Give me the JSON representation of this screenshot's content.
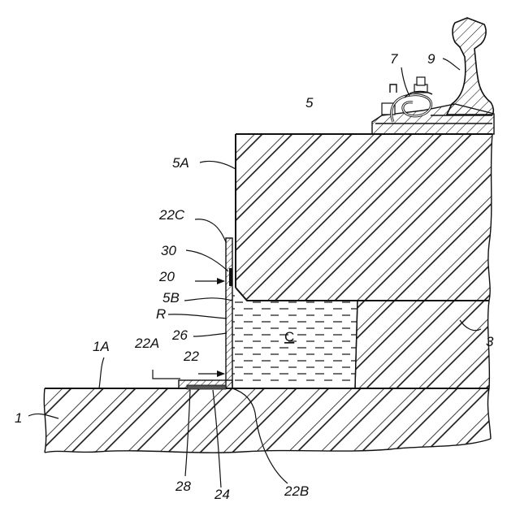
{
  "diagram": {
    "labels": {
      "l1": "1",
      "l1A": "1A",
      "l3": "3",
      "l5": "5",
      "l5A": "5A",
      "l5B": "5B",
      "l7": "7",
      "l9": "9",
      "l20": "20",
      "l22": "22",
      "l22A": "22A",
      "l22B": "22B",
      "l22C": "22C",
      "l24": "24",
      "l26": "26",
      "l28": "28",
      "l30": "30",
      "lR": "R",
      "lC": "C"
    },
    "colors": {
      "ink": "#111111",
      "paper": "#ffffff"
    }
  }
}
